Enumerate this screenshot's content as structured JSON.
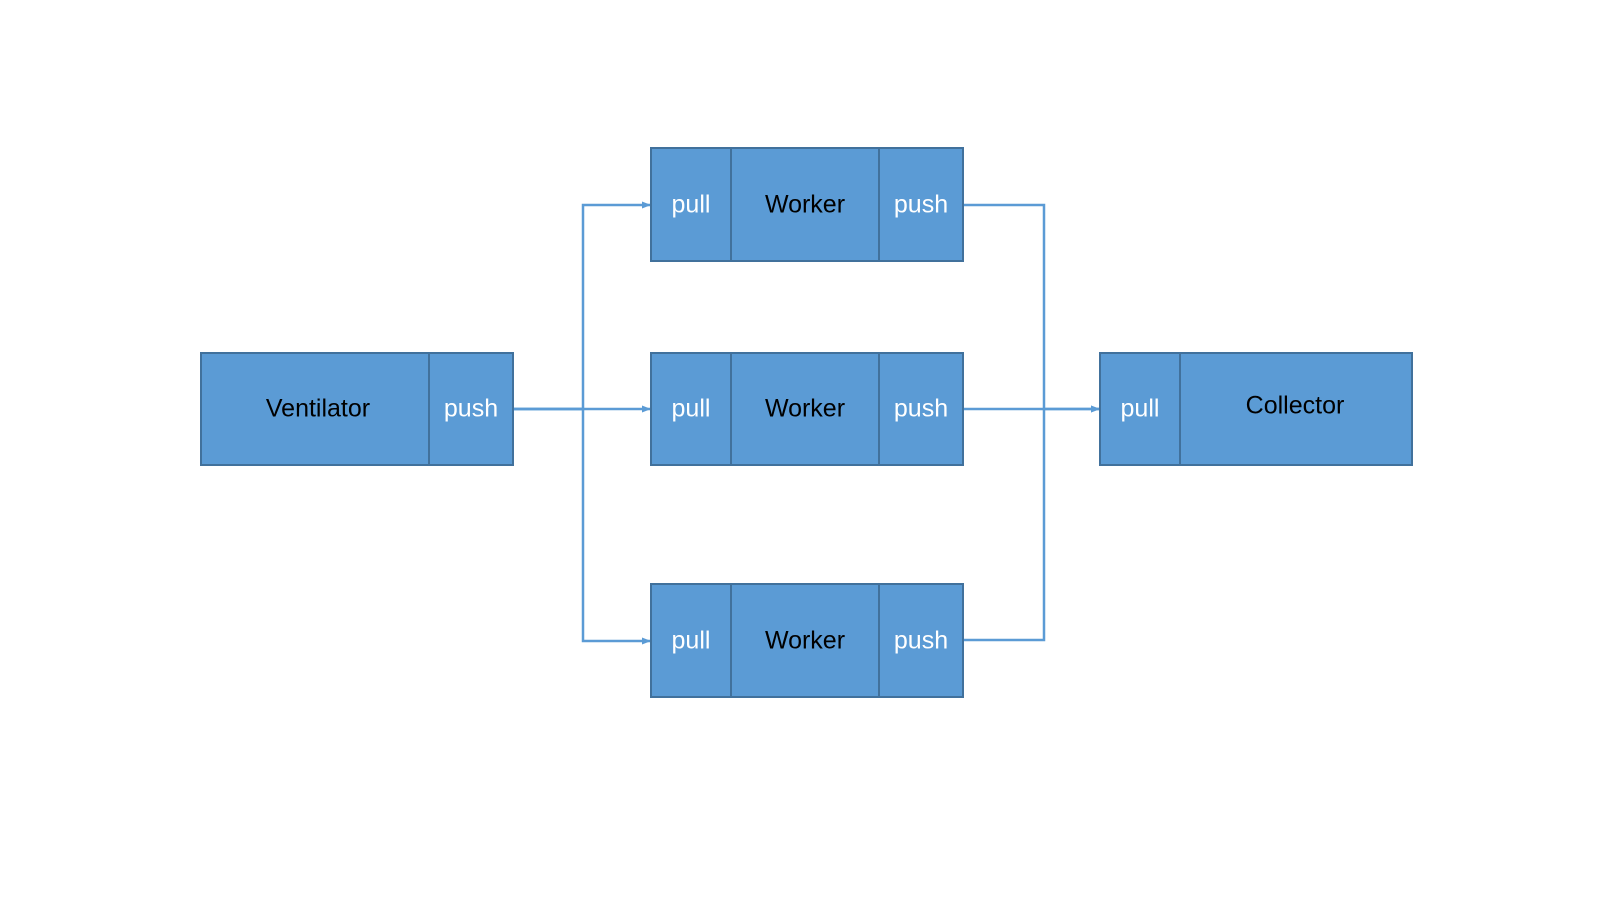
{
  "colors": {
    "node_fill": "#5b9bd5",
    "node_border": "#41719c",
    "edge": "#5b9bd5",
    "dark_text": "#000000",
    "light_text": "#ffffff"
  },
  "ventilator": {
    "label": "Ventilator",
    "push_label": "push"
  },
  "workers": [
    {
      "label": "Worker",
      "pull_label": "pull",
      "push_label": "push"
    },
    {
      "label": "Worker",
      "pull_label": "pull",
      "push_label": "push"
    },
    {
      "label": "Worker",
      "pull_label": "pull",
      "push_label": "push"
    }
  ],
  "collector": {
    "label": "Collector",
    "pull_label": "pull"
  },
  "edges": [
    {
      "from": "ventilator.push",
      "to": "workers.0.pull"
    },
    {
      "from": "ventilator.push",
      "to": "workers.1.pull"
    },
    {
      "from": "ventilator.push",
      "to": "workers.2.pull"
    },
    {
      "from": "workers.0.push",
      "to": "collector.pull"
    },
    {
      "from": "workers.1.push",
      "to": "collector.pull"
    },
    {
      "from": "workers.2.push",
      "to": "collector.pull"
    }
  ]
}
